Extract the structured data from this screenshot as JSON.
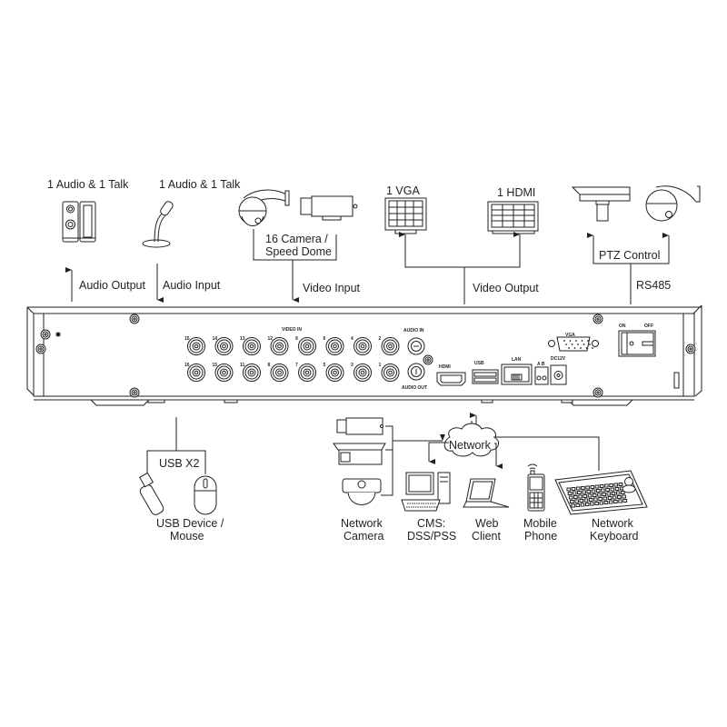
{
  "diagram": {
    "title": "DVR rear panel connection diagram",
    "top_devices": {
      "speakers": {
        "caption": "1 Audio  & 1 Talk",
        "link_label": "Audio  Output",
        "direction": "from-dvr"
      },
      "microphone": {
        "caption": "1 Audio & 1 Talk",
        "link_label": "Audio  Input",
        "direction": "to-dvr"
      },
      "cameras": {
        "caption_line1": "16  Camera /",
        "caption_line2": "Speed Dome",
        "link_label": "Video Input",
        "direction": "to-dvr"
      },
      "vga_monitor": {
        "caption": "1 VGA"
      },
      "hdmi_monitor": {
        "caption": "1 HDMI"
      },
      "video_output": {
        "link_label": "Video Output",
        "direction": "from-dvr"
      },
      "ptz": {
        "caption": "PTZ Control",
        "link_label": "RS485",
        "direction": "from-dvr"
      }
    },
    "panel": {
      "video_in_label": "VIDEO IN",
      "bnc_top_numbers": [
        "15",
        "14",
        "13",
        "12",
        "9",
        "6",
        "4",
        "2"
      ],
      "bnc_bottom_numbers": [
        "16",
        "15",
        "11",
        "8",
        "7",
        "5",
        "3",
        "1"
      ],
      "audio_in_label": "AUDIO IN",
      "audio_out_label": "AUDIO OUT",
      "hdmi_label": "HDMI",
      "usb_label": "USB",
      "lan_label": "LAN",
      "rs485_label": "A B",
      "power_label": "DC12V",
      "vga_label": "VGA",
      "switch_on": "ON",
      "switch_off": "OFF"
    },
    "bottom_devices": {
      "usb": {
        "link_label": "USB X2",
        "caption_line1": "USB Device /",
        "caption_line2": "Mouse"
      },
      "network_cloud": {
        "label": "Network"
      },
      "network_camera": {
        "caption_line1": "Network",
        "caption_line2": "Camera"
      },
      "cms": {
        "caption_line1": "CMS:",
        "caption_line2": "DSS/PSS"
      },
      "web_client": {
        "caption_line1": "Web",
        "caption_line2": "Client"
      },
      "mobile_phone": {
        "caption_line1": "Mobile",
        "caption_line2": "Phone"
      },
      "network_keyboard": {
        "caption_line1": "Network",
        "caption_line2": "Keyboard"
      }
    }
  }
}
